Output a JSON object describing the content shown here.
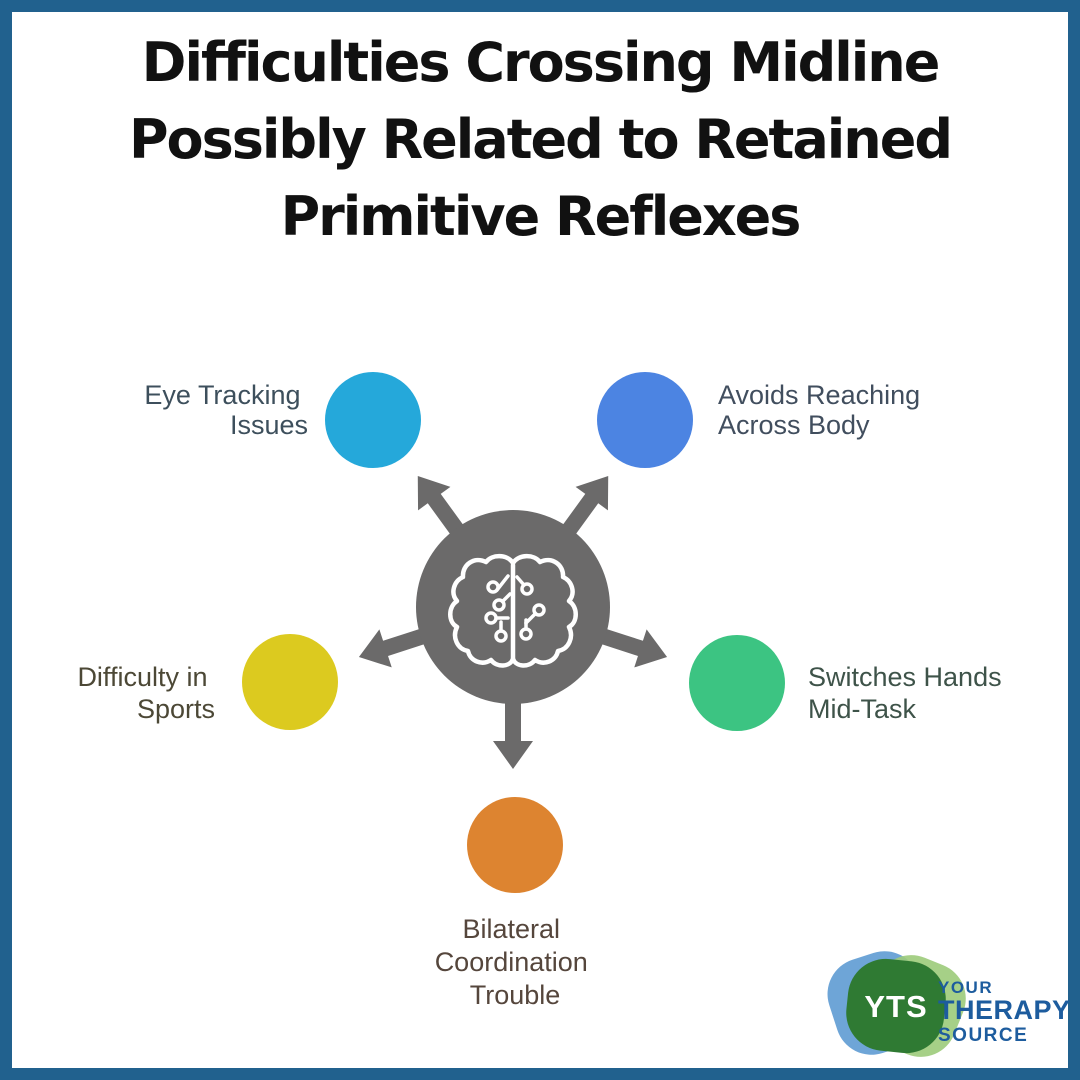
{
  "frame": {
    "border_color": "#21618E",
    "panel_color": "#FFFFFF"
  },
  "title": {
    "lines": [
      "Difficulties Crossing Midline",
      "Possibly Related to Retained",
      "Primitive Reflexes"
    ],
    "color": "#111111"
  },
  "diagram": {
    "center": {
      "icon": "brain-circuit-icon",
      "circle_color": "#6B6A6A",
      "arrow_color": "#6B6A6A",
      "icon_color": "#FFFFFF"
    },
    "nodes": [
      {
        "id": "eye-tracking-issues",
        "position": "top-left",
        "lines": [
          "Eye Tracking",
          "Issues"
        ],
        "circle_color": "#25A8DA",
        "label_color": "#3D4F5C"
      },
      {
        "id": "avoids-reaching-across-body",
        "position": "top-right",
        "lines": [
          "Avoids Reaching",
          "Across Body"
        ],
        "circle_color": "#4C84E2",
        "label_color": "#414E5E"
      },
      {
        "id": "difficulty-in-sports",
        "position": "left",
        "lines": [
          "Difficulty in",
          "Sports"
        ],
        "circle_color": "#DCCA1F",
        "label_color": "#4C4836"
      },
      {
        "id": "switches-hands-mid-task",
        "position": "right",
        "lines": [
          "Switches Hands",
          "Mid-Task"
        ],
        "circle_color": "#3CC482",
        "label_color": "#3E5349"
      },
      {
        "id": "bilateral-coordination-trouble",
        "position": "bottom",
        "lines": [
          "Bilateral",
          "Coordination",
          "Trouble"
        ],
        "circle_color": "#DD8430",
        "label_color": "#55463C"
      }
    ]
  },
  "logo": {
    "monogram": "YTS",
    "monogram_color": "#FFFFFF",
    "name_lines": [
      "YOUR",
      "THERAPY",
      "SOURCE"
    ],
    "text_color": "#1D5C9E",
    "blob_blue": "#5E9BD3",
    "blob_light_green": "#9CCB7A",
    "blob_dark_green": "#2F7A33"
  }
}
